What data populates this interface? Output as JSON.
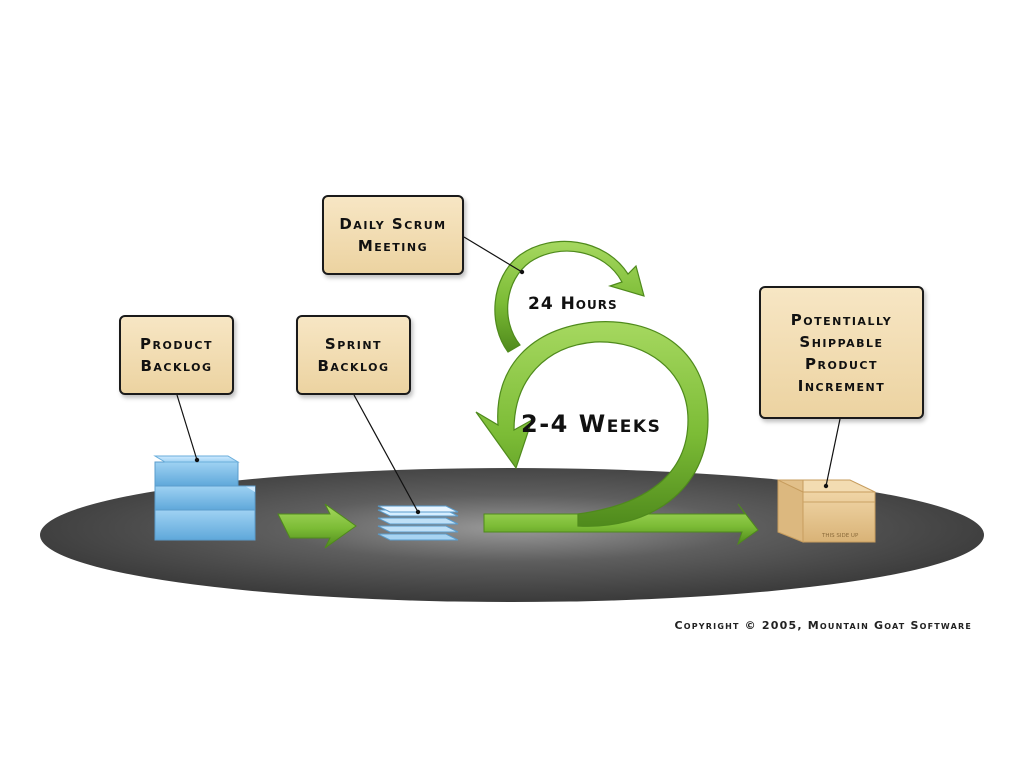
{
  "labels": {
    "daily_scrum": [
      "Daily Scrum",
      "Meeting"
    ],
    "product_backlog": [
      "Product",
      "Backlog"
    ],
    "sprint_backlog": [
      "Sprint",
      "Backlog"
    ],
    "shippable": [
      "Potentially",
      "Shippable",
      "Product",
      "Increment"
    ]
  },
  "cycles": {
    "daily": "24 Hours",
    "sprint": "2-4 Weeks"
  },
  "box_stamp": "THIS SIDE UP",
  "copyright": "Copyright © 2005, Mountain Goat Software",
  "colors": {
    "label_fill": "#f2dcb2",
    "label_border": "#1a1a1a",
    "arrow_green": "#7fbf3a",
    "arrow_green_dark": "#4f8a1c",
    "platform": "#4a4a4a",
    "backlog_blue": "#8fc6ea",
    "shipping_box": "#e6c48c"
  },
  "icons": {
    "product_backlog": "stacked-blocks-icon",
    "sprint_backlog": "paper-stack-icon",
    "increment": "shipping-box-icon",
    "daily_cycle": "circular-arrow-icon",
    "sprint_cycle": "circular-arrow-icon"
  }
}
